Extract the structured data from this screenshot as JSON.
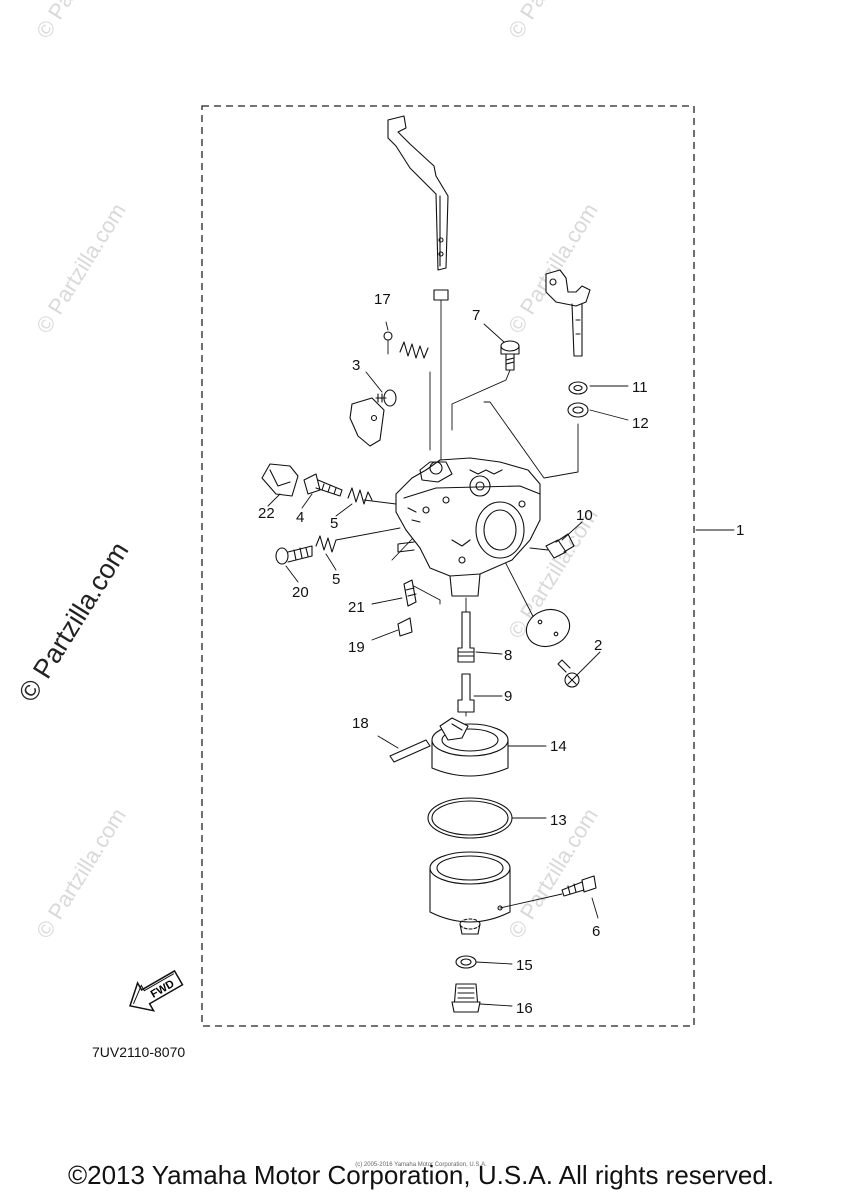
{
  "diagram": {
    "assembly_ref": "1",
    "callouts": [
      "1",
      "2",
      "3",
      "4",
      "5",
      "5",
      "6",
      "7",
      "8",
      "9",
      "10",
      "11",
      "12",
      "13",
      "14",
      "15",
      "16",
      "17",
      "18",
      "19",
      "20",
      "21",
      "22"
    ],
    "fwd_label": "FWD",
    "part_code": "7UV2110-8070"
  },
  "watermarks": {
    "side": "© Partzilla.com",
    "faint": "© Partzilla.com"
  },
  "footer": {
    "copyright": "©2013 Yamaha Motor Corporation, U.S.A. All rights reserved.",
    "fine_print": "(c) 2005-2016 Yamaha Motor Corporation, U.S.A."
  }
}
